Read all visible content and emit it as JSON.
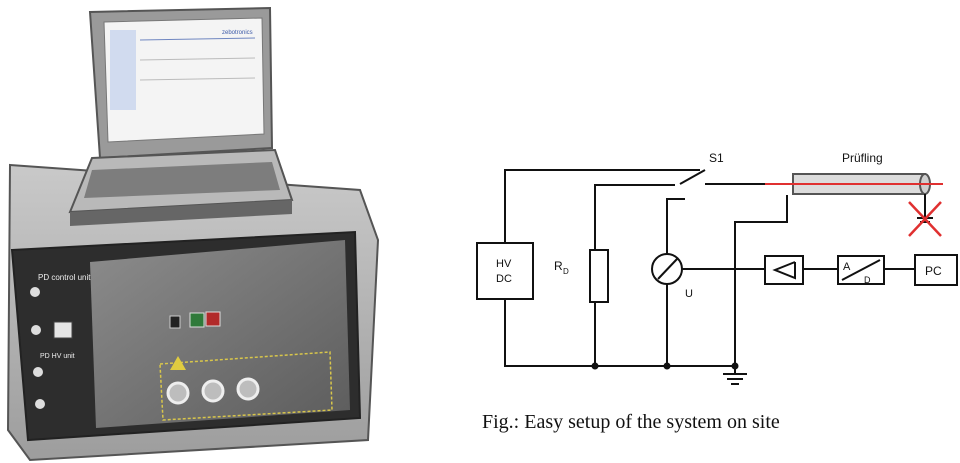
{
  "photo": {
    "laptop_brand": "zebotronics",
    "unit_label_1": "PD control unit",
    "unit_label_2": "PD HV unit"
  },
  "schematic": {
    "switch_label": "S1",
    "cable_label": "Prüfling",
    "source_label_1": "HV",
    "source_label_2": "DC",
    "resistor_label": "R",
    "resistor_sub": "D",
    "meter_label": "U",
    "adc_label_a": "A",
    "adc_label_d": "D",
    "pc_label": "PC"
  },
  "caption": "Fig.: Easy setup of the system on site",
  "colors": {
    "cable_core": "#e03030",
    "cross": "#e03030"
  }
}
